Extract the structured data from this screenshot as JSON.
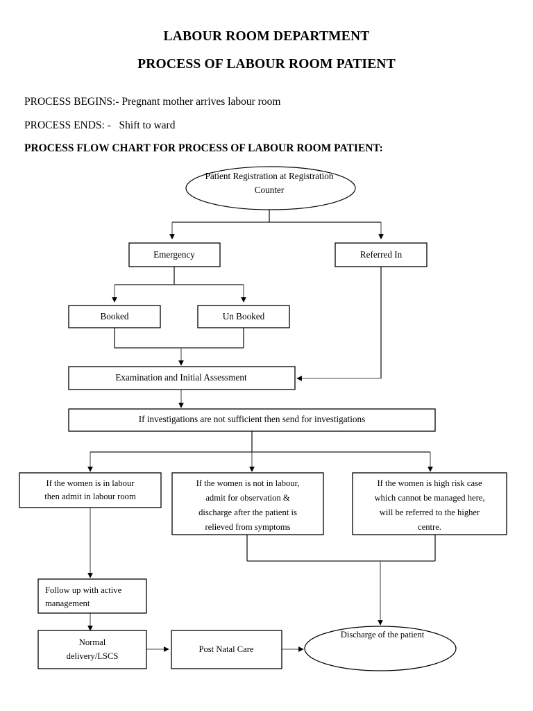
{
  "document": {
    "title_line_1": "LABOUR ROOM DEPARTMENT",
    "title_line_2": "PROCESS OF LABOUR ROOM PATIENT",
    "process_begins": "PROCESS BEGINS:- Pregnant mother arrives labour room",
    "process_ends": "PROCESS ENDS: -   Shift to ward",
    "flow_heading": "PROCESS FLOW CHART FOR PROCESS OF LABOUR ROOM PATIENT:"
  },
  "flowchart": {
    "nodes": {
      "registration": {
        "shape": "ellipse",
        "line_1": "Patient Registration at Registration",
        "line_2": "Counter"
      },
      "emergency": {
        "shape": "box",
        "line_1": "Emergency"
      },
      "referred_in": {
        "shape": "box",
        "line_1": "Referred In"
      },
      "booked": {
        "shape": "box",
        "line_1": "Booked"
      },
      "un_booked": {
        "shape": "box",
        "line_1": "Un Booked"
      },
      "examination": {
        "shape": "box",
        "line_1": "Examination and Initial Assessment"
      },
      "investigations": {
        "shape": "box",
        "line_1": "If investigations are not sufficient then send for investigations"
      },
      "branch_in_labour": {
        "shape": "box",
        "line_1": "If the women is in labour",
        "line_2": "then admit in labour room"
      },
      "branch_not_in_labour": {
        "shape": "box",
        "line_1": "If the women is not in labour,",
        "line_2": "admit for observation &",
        "line_3": "discharge after the patient is",
        "line_4": "relieved from symptoms"
      },
      "branch_high_risk": {
        "shape": "box",
        "line_1": "If the women is high risk case",
        "line_2": "which cannot be managed here,",
        "line_3": "will be referred to the higher",
        "line_4": "centre."
      },
      "follow_up": {
        "shape": "box",
        "line_1": "Follow up with active",
        "line_2": "management"
      },
      "normal_delivery": {
        "shape": "box",
        "line_1": "Normal",
        "line_2": "delivery/LSCS"
      },
      "post_natal_care": {
        "shape": "box",
        "line_1": "Post Natal Care"
      },
      "discharge": {
        "shape": "ellipse",
        "line_1": "Discharge of the patient"
      }
    },
    "colors": {
      "line": "#4a4a4a",
      "line_dark": "#1a1a1a",
      "node_fill": "#ffffff",
      "node_stroke": "#000000",
      "text": "#000000"
    }
  }
}
